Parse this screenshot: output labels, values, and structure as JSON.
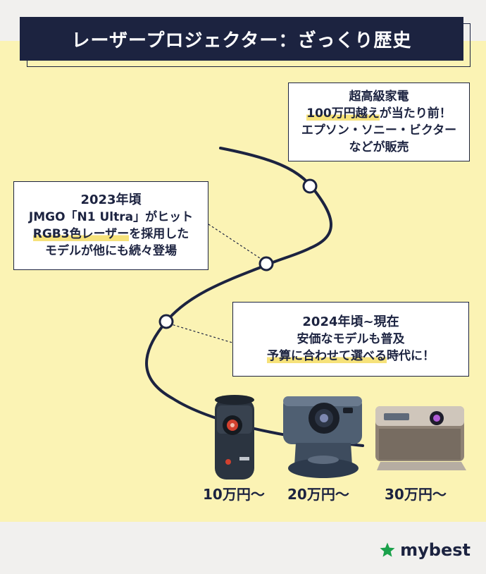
{
  "title": "レーザープロジェクター：ざっくり歴史",
  "note_top": {
    "line1": "超高級家電",
    "line2_hl": "100万円越え",
    "line2_rest": "が当たり前！",
    "line3": "エプソン・ソニー・ビクター",
    "line4": "などが販売"
  },
  "note_2023": {
    "head": "2023年頃",
    "line1": "JMGO「N1 Ultra」がヒット",
    "line2_hl": "RGB3色レーザー",
    "line2_rest": "を採用した",
    "line3": "モデルが他にも続々登場"
  },
  "note_2024": {
    "head": "2024年頃~現在",
    "line1": "安価なモデルも普及",
    "line2_hl": "予算に合わせて選べる",
    "line2_rest": "時代に！"
  },
  "prices": [
    "10万円～",
    "20万円～",
    "30万円～"
  ],
  "logo": {
    "text": "mybest",
    "icon": "star-icon",
    "color": "#1aa14a"
  },
  "colors": {
    "navy": "#1c2340",
    "yellow_bg": "#fbf3b4",
    "highlight": "#f6e27a"
  }
}
